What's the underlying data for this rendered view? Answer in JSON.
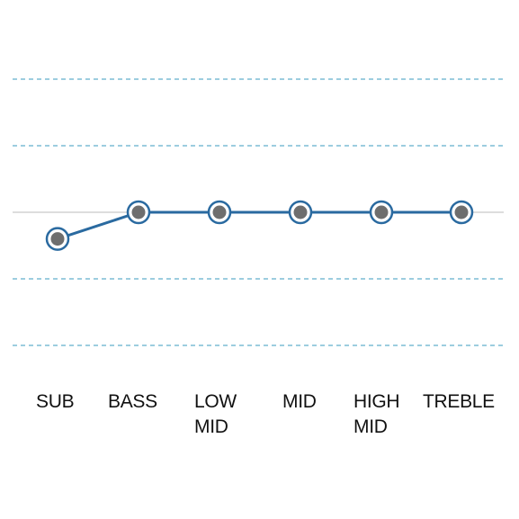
{
  "equalizer": {
    "bands": [
      {
        "label_lines": [
          "SUB"
        ],
        "level": -1
      },
      {
        "label_lines": [
          "BASS"
        ],
        "level": 0
      },
      {
        "label_lines": [
          "LOW",
          "MID"
        ],
        "level": 0
      },
      {
        "label_lines": [
          "MID"
        ],
        "level": 0
      },
      {
        "label_lines": [
          "HIGH",
          "MID"
        ],
        "level": 0
      },
      {
        "label_lines": [
          "TREBLE"
        ],
        "level": 0
      }
    ],
    "level_range": [
      -5,
      5
    ],
    "guide_levels": [
      -5,
      -2.5,
      2.5,
      5
    ],
    "colors": {
      "line": "#2a6aa0",
      "handle_ring": "#2a6aa0",
      "handle_fill": "#6e6e6e",
      "guide": "#3a9bbf",
      "baseline": "#bbbbbb"
    }
  }
}
